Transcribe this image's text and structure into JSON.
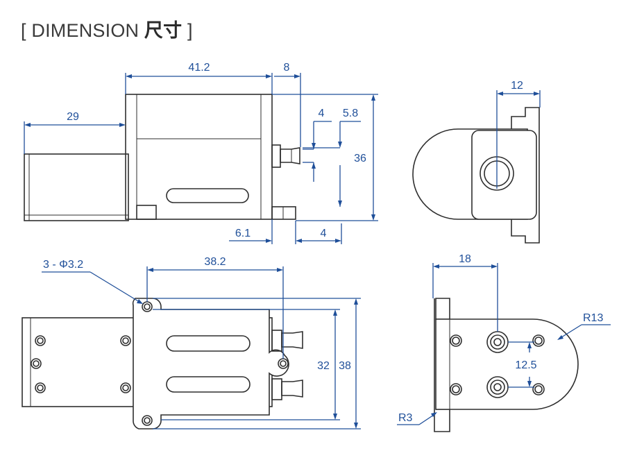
{
  "title": {
    "bracket_open": "[",
    "text": "DIMENSION",
    "cn": "尺寸",
    "bracket_close": "]"
  },
  "dimensions": {
    "d_41_2": "41.2",
    "d_8": "8",
    "d_29": "29",
    "d_4_top": "4",
    "d_5_8": "5.8",
    "d_36": "36",
    "d_6_1": "6.1",
    "d_4_bottom": "4",
    "d_12": "12",
    "d_hole_spec": "3 - Φ3.2",
    "d_38_2": "38.2",
    "d_32": "32",
    "d_38": "38",
    "d_18": "18",
    "d_r13": "R13",
    "d_12_5": "12.5",
    "d_r3": "R3"
  },
  "colors": {
    "dimension": "#1f4f99",
    "outline": "#2e2e2e"
  }
}
